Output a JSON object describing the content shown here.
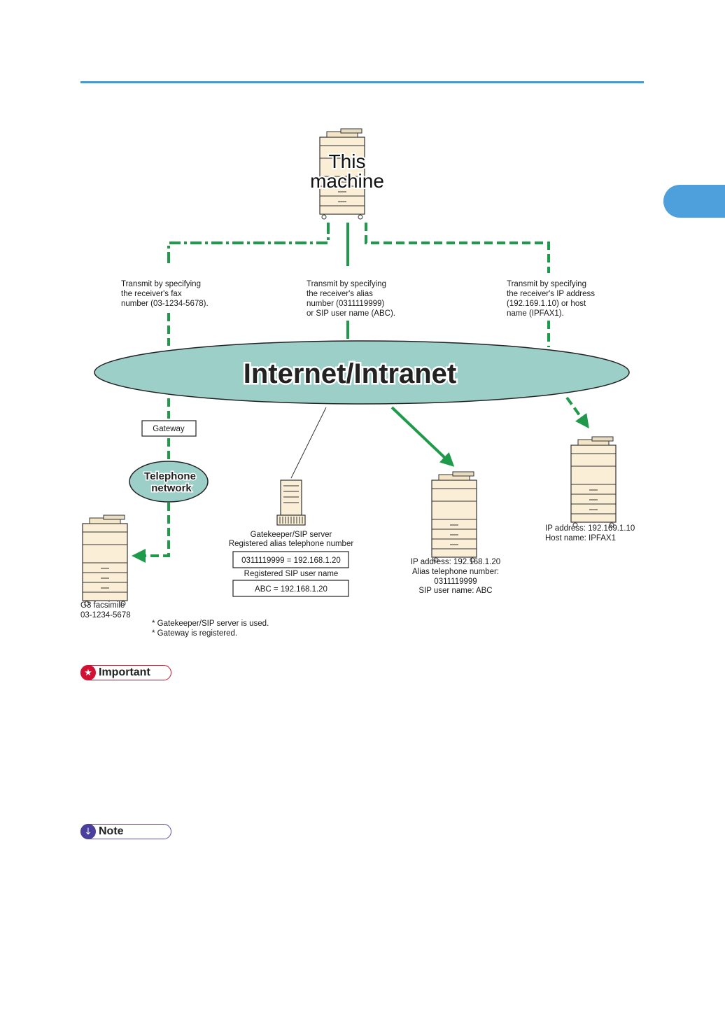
{
  "page": {
    "accent_color": "#3d9bd6",
    "link_color": "#1f9a4a"
  },
  "diagram": {
    "this_machine": {
      "line1": "This",
      "line2": "machine"
    },
    "network": "Internet/Intranet",
    "phone_network": {
      "line1": "Telephone",
      "line2": "network"
    },
    "gateway": "Gateway",
    "routes": {
      "fax": [
        "Transmit by specifying",
        "the receiver's fax",
        "number (03-1234-5678)."
      ],
      "alias": [
        "Transmit by specifying",
        "the receiver's alias",
        "number (0311119999)",
        "or SIP user name (ABC)."
      ],
      "ip": [
        "Transmit by specifying",
        "the receiver's IP address",
        "(192.169.1.10) or host",
        "name (IPFAX1)."
      ]
    },
    "server": {
      "title1": "Gatekeeper/SIP server",
      "title2": "Registered alias telephone number",
      "alias_entry": "0311119999 = 192.168.1.20",
      "sip_title": "Registered SIP user name",
      "sip_entry": "ABC = 192.168.1.20"
    },
    "g3": {
      "line1": "G3 facsimile",
      "line2": "03-1234-5678"
    },
    "notes": [
      "* Gatekeeper/SIP server is used.",
      "* Gateway is registered."
    ],
    "machine_alias": [
      "IP address: 192.168.1.20",
      "Alias telephone number:",
      "0311119999",
      "SIP user name: ABC"
    ],
    "machine_ip": [
      "IP address: 192.169.1.10",
      "Host name: IPFAX1"
    ]
  },
  "badges": {
    "important": {
      "label": "Important",
      "icon": "star-icon"
    },
    "note": {
      "label": "Note",
      "icon": "down-arrow-icon"
    }
  }
}
